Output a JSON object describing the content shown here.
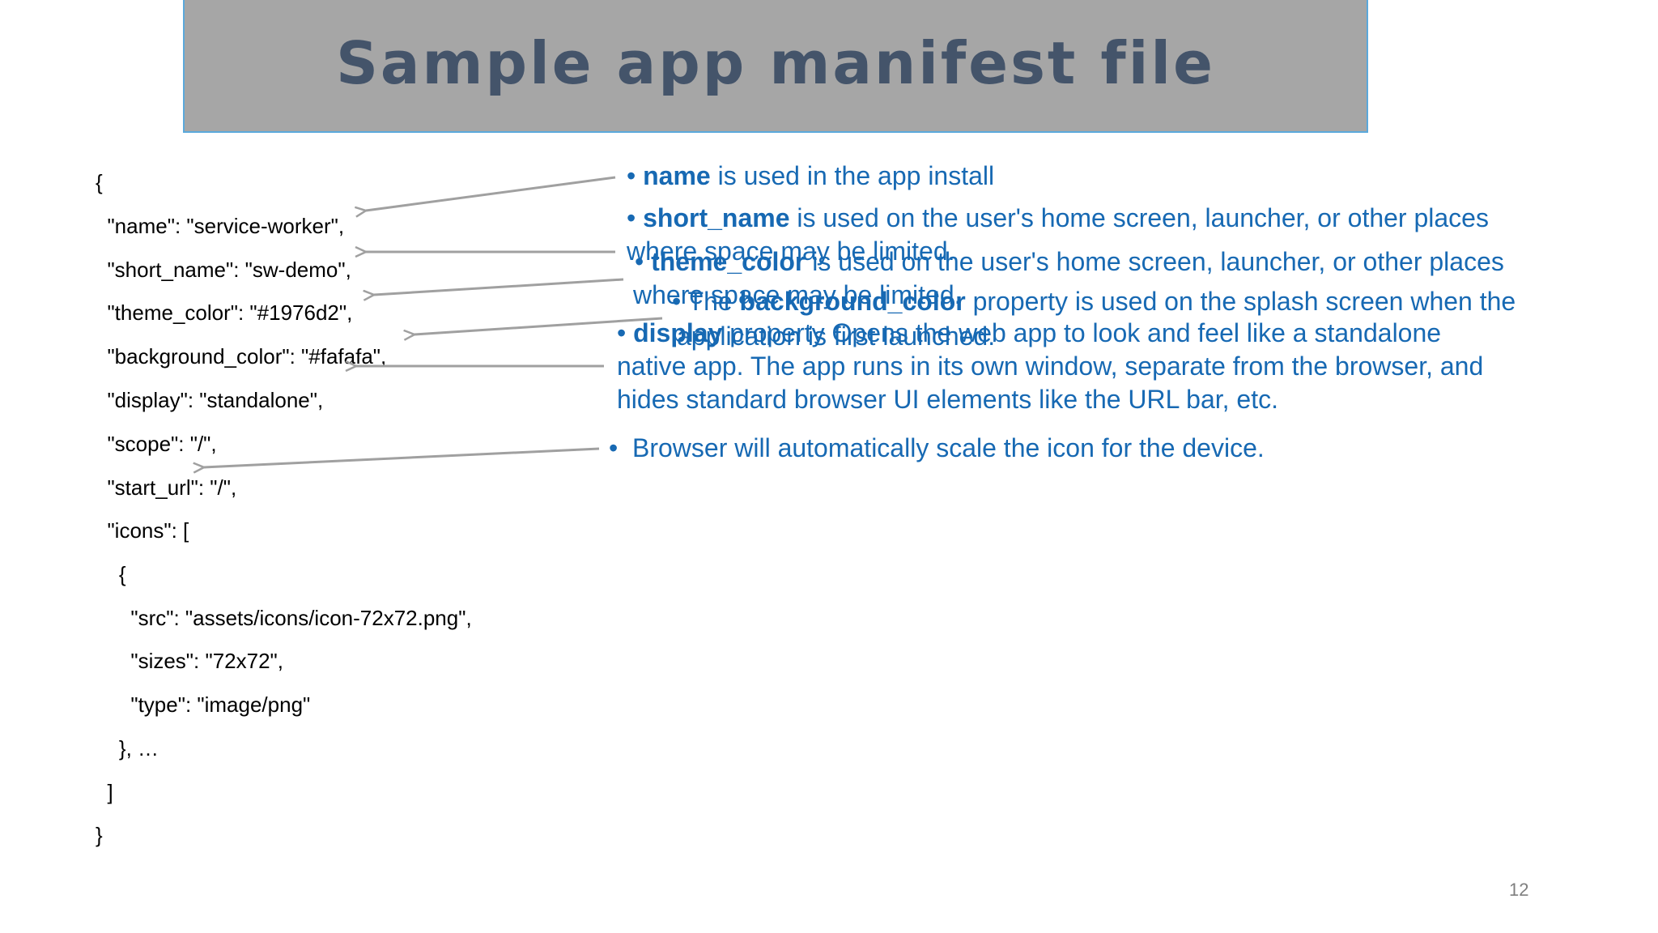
{
  "slide": {
    "title": "Sample app manifest file",
    "page_number": "12"
  },
  "code": {
    "lines": [
      "{",
      "  \"name\": \"service-worker\",",
      "  \"short_name\": \"sw-demo\",",
      "  \"theme_color\": \"#1976d2\",",
      "  \"background_color\": \"#fafafa\",",
      "  \"display\": \"standalone\",",
      "  \"scope\": \"/\",",
      "  \"start_url\": \"/\",",
      "  \"icons\": [",
      "    {",
      "      \"src\": \"assets/icons/icon-72x72.png\",",
      "      \"sizes\": \"72x72\",",
      "      \"type\": \"image/png\"",
      "    }, …",
      "  ]",
      "}"
    ]
  },
  "notes": {
    "name": {
      "bullet": "•",
      "key": "name",
      "text": " is used in the app install"
    },
    "short_name": {
      "bullet": "•",
      "key": "short_name",
      "text": " is used on the user's home screen, launcher, or other places",
      "line2": "where space may be limited."
    },
    "theme_color": {
      "bullet": "•",
      "key": "theme_color",
      "text": " is used on the user's home screen, launcher, or other places",
      "line2": "where space may be limited."
    },
    "background_color": {
      "bullet": "•",
      "prefix": "The ",
      "key": "background_color",
      "text": " property is used on the splash screen when the",
      "line2": "application is first launched."
    },
    "display": {
      "bullet": "•",
      "key": "display",
      "text": " property Opens the web app to look and feel like a standalone",
      "line2": "native app. The app runs in its own window, separate from the browser, and",
      "line3": "hides standard browser UI elements like the URL bar, etc."
    },
    "icons": {
      "bullet": "•",
      "text": "Browser will automatically scale the icon for the device."
    }
  },
  "colors": {
    "title_bg": "#a6a6a6",
    "title_text": "#44546a",
    "note_text": "#1769b3",
    "arrow": "#a0a0a0"
  }
}
